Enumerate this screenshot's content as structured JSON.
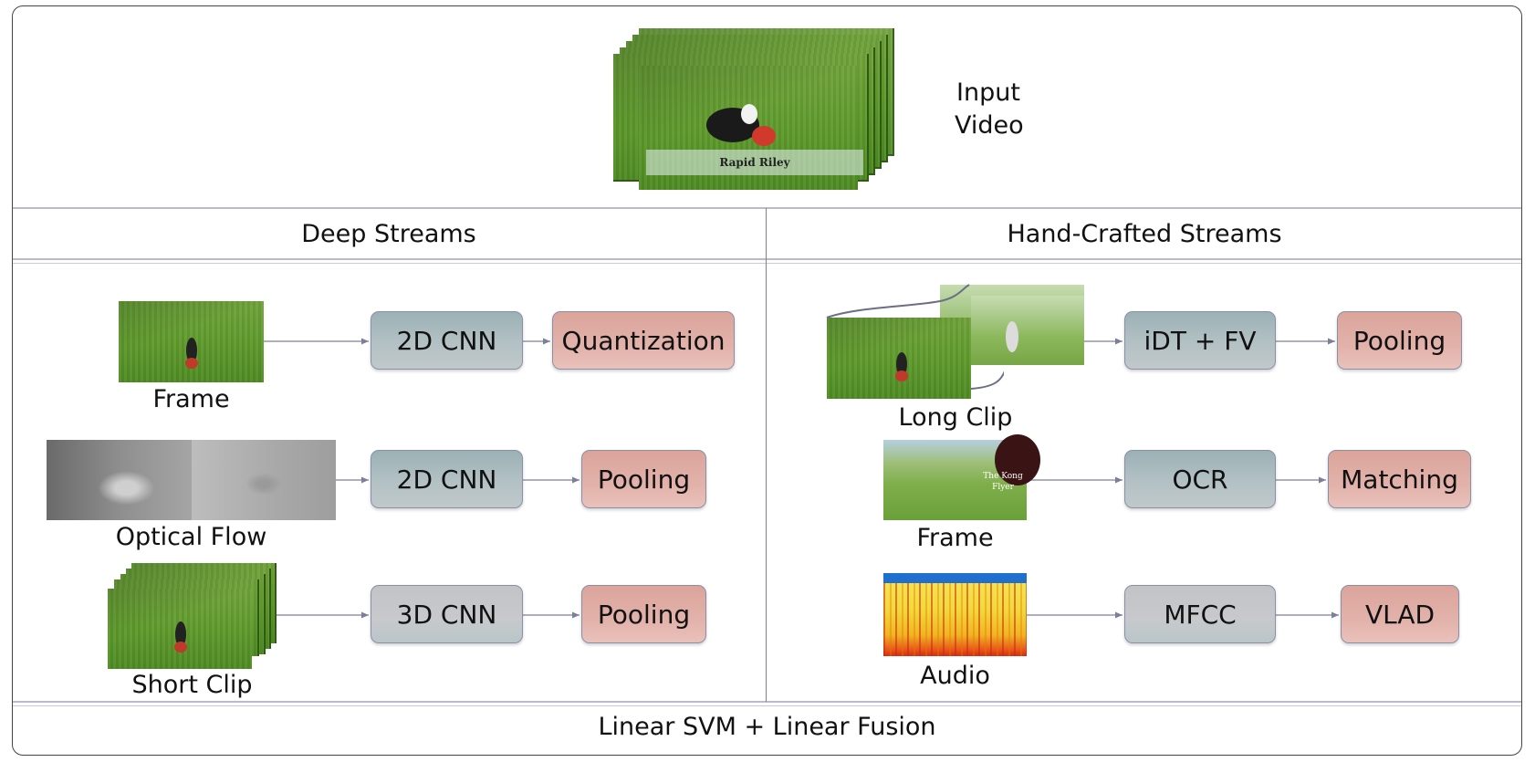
{
  "input": {
    "label_line1": "Input",
    "label_line2": "Video",
    "video_caption": "Rapid Riley"
  },
  "sections": {
    "deep": "Deep Streams",
    "handcrafted": "Hand-Crafted Streams",
    "fusion": "Linear SVM + Linear Fusion"
  },
  "deep_streams": [
    {
      "input_label": "Frame",
      "stage1": "2D CNN",
      "stage2": "Quantization"
    },
    {
      "input_label": "Optical Flow",
      "stage1": "2D CNN",
      "stage2": "Pooling"
    },
    {
      "input_label": "Short Clip",
      "stage1": "3D CNN",
      "stage2": "Pooling"
    }
  ],
  "handcrafted_streams": [
    {
      "input_label": "Long Clip",
      "stage1": "iDT + FV",
      "stage2": "Pooling"
    },
    {
      "input_label": "Frame",
      "stage1": "OCR",
      "stage2": "Matching",
      "frame_text": "The Kong Flyer"
    },
    {
      "input_label": "Audio",
      "stage1": "MFCC",
      "stage2": "VLAD"
    }
  ],
  "colors": {
    "arrow": "#7d7f9a",
    "teal_box": "#a9bbbf",
    "pink_box": "#e0ada5",
    "grey_box": "#c4c6c9"
  }
}
